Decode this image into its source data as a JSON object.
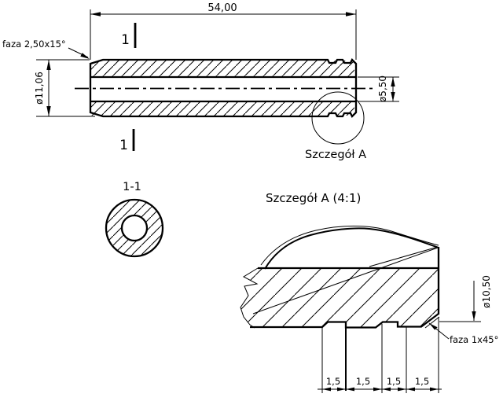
{
  "drawing": {
    "background_color": "#ffffff",
    "line_color": "#000000",
    "main_view": {
      "length_dim": "54,00",
      "outer_diameter_dim": "ø11,06",
      "bore_diameter_dim": "ø5,50",
      "chamfer_note": "faza 2,50x15°",
      "section_mark_top": "1",
      "section_mark_bottom": "1",
      "detail_callout": "Szczegół A"
    },
    "section_view": {
      "title": "1-1"
    },
    "detail_view": {
      "title": "Szczegół A (4:1)",
      "pitch_dims": [
        "1,5",
        "1,5",
        "1,5",
        "1,5"
      ],
      "groove_diameter_dim": "ø10,50",
      "chamfer_note": "faza 1x45°"
    }
  }
}
